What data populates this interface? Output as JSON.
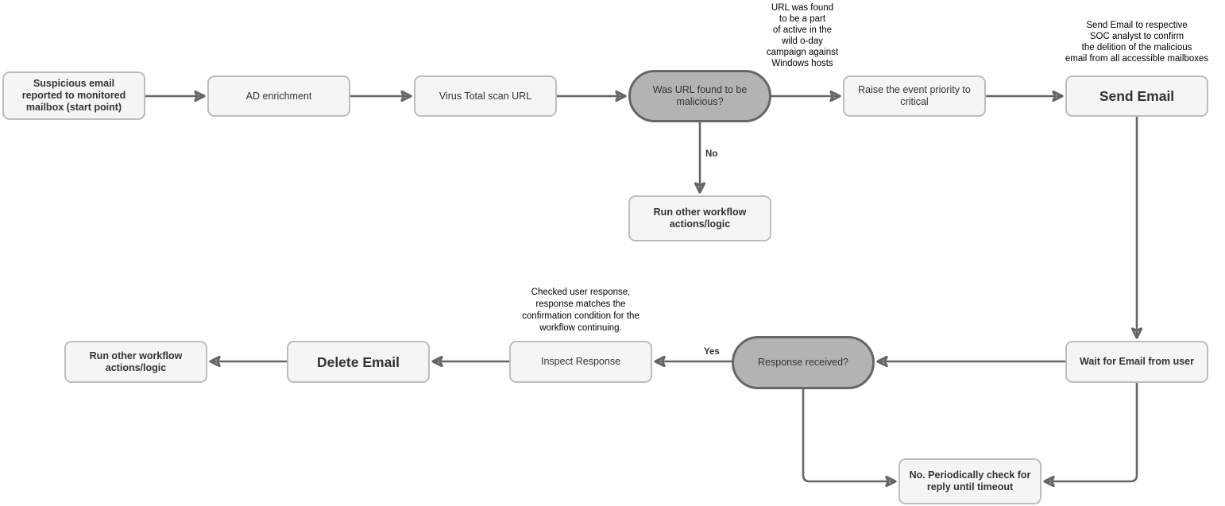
{
  "colors": {
    "node_fill": "#f5f5f5",
    "node_border": "#bdbdbd",
    "decision_fill": "#b3b3b3",
    "decision_border": "#666666",
    "arrow": "#666666",
    "node_text": "#333333",
    "annotation_text": "#000000",
    "background": "#ffffff"
  },
  "nodes": {
    "start": {
      "label": "Suspicious email\nreported to monitored\nmailbox (start point)"
    },
    "ad_enrichment": {
      "label": "AD enrichment"
    },
    "virus_total": {
      "label": "Virus Total scan URL"
    },
    "url_malicious_decision": {
      "label": "Was URL found to be\nmalicious?"
    },
    "raise_priority": {
      "label": "Raise the event priority to\ncritical"
    },
    "send_email": {
      "label": "Send Email"
    },
    "run_other_top": {
      "label": "Run other workflow\nactions/logic"
    },
    "wait_for_email": {
      "label": "Wait for Email from user"
    },
    "response_received_decision": {
      "label": "Response received?"
    },
    "inspect_response": {
      "label": "Inspect Response"
    },
    "delete_email": {
      "label": "Delete Email"
    },
    "run_other_bottom": {
      "label": "Run other workflow\nactions/logic"
    },
    "periodic_check": {
      "label": "No. Periodically check for\nreply until timeout"
    }
  },
  "edge_labels": {
    "no": "No",
    "yes": "Yes"
  },
  "annotations": {
    "zero_day_note": "URL was found\nto be a part\nof active in the\nwild o-day\ncampaign against\nWindows hosts",
    "send_email_note": "Send Email to respective\nSOC analyst to confirm\nthe delition of the malicious\nemail from all accessible mailboxes",
    "inspect_note": "Checked user response,\nresponse matches the\nconfirmation condition for the\nworkflow continuing."
  }
}
